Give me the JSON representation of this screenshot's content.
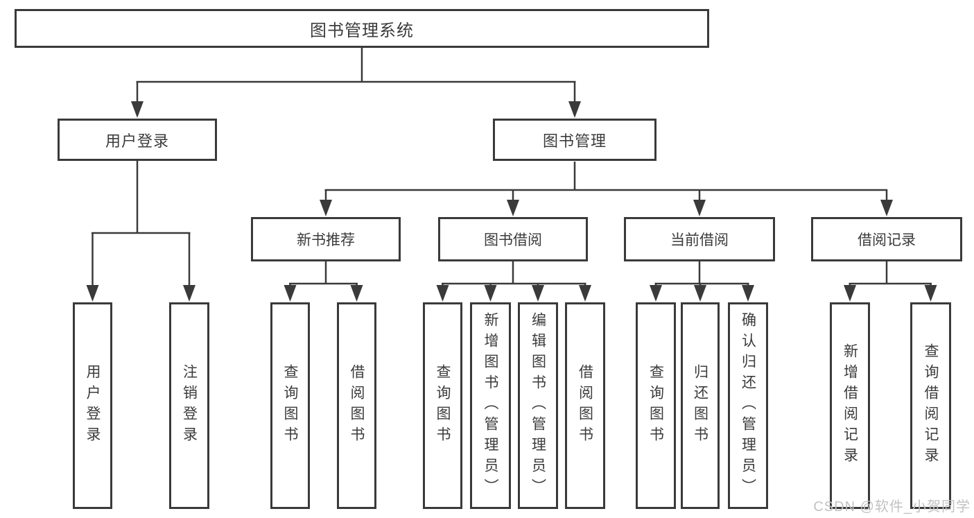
{
  "tree": {
    "label": "图书管理系统",
    "children": [
      {
        "label": "用户登录",
        "children": [
          {
            "label": "用户登录"
          },
          {
            "label": "注销登录"
          }
        ]
      },
      {
        "label": "图书管理",
        "children": [
          {
            "label": "新书推荐",
            "children": [
              {
                "label": "查询图书"
              },
              {
                "label": "借阅图书"
              }
            ]
          },
          {
            "label": "图书借阅",
            "children": [
              {
                "label": "查询图书"
              },
              {
                "label": "新增图书（管理员）"
              },
              {
                "label": "编辑图书（管理员）"
              },
              {
                "label": "借阅图书"
              }
            ]
          },
          {
            "label": "当前借阅",
            "children": [
              {
                "label": "查询图书"
              },
              {
                "label": "归还图书"
              },
              {
                "label": "确认归还（管理员）"
              }
            ]
          },
          {
            "label": "借阅记录",
            "children": [
              {
                "label": "新增借阅记录"
              },
              {
                "label": "查询借阅记录"
              }
            ]
          }
        ]
      }
    ]
  },
  "watermark": {
    "text": "CSDN @软件_小贺同学"
  },
  "colors": {
    "line": "#3a3a3a",
    "box_border": "#3a3a3a",
    "box_background": "#ffffff",
    "text": "#3b3b3b",
    "watermark": "#c2c2c2"
  }
}
